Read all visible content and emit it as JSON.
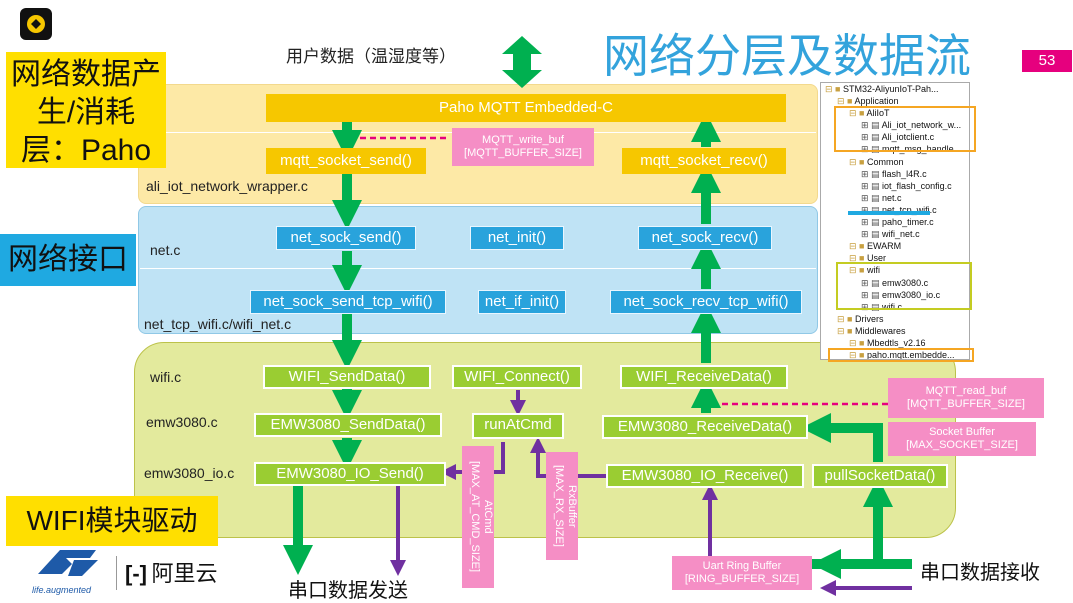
{
  "page_number": "53",
  "title": "网络分层及数据流",
  "top_label": "用户数据（温湿度等）",
  "left_labels": {
    "paho": "网络数据产生/消耗层：Paho",
    "net": "网络接口",
    "wifi": "WIFI模块驱动"
  },
  "file_labels": {
    "ali": "ali_iot_network_wrapper.c",
    "net": "net.c",
    "net_tcp": "net_tcp_wifi.c/wifi_net.c",
    "wifi": "wifi.c",
    "emw": "emw3080.c",
    "emw_io": "emw3080_io.c"
  },
  "boxes": {
    "paho": "Paho MQTT Embedded-C",
    "mqtt_send": "mqtt_socket_send()",
    "mqtt_recv": "mqtt_socket_recv()",
    "net_send": "net_sock_send()",
    "net_init": "net_init()",
    "net_recv": "net_sock_recv()",
    "tcp_send": "net_sock_send_tcp_wifi()",
    "if_init": "net_if_init()",
    "tcp_recv": "net_sock_recv_tcp_wifi()",
    "wifi_send": "WIFI_SendData()",
    "wifi_connect": "WIFI_Connect()",
    "wifi_recv": "WIFI_ReceiveData()",
    "emw_send": "EMW3080_SendData()",
    "runat": "runAtCmd",
    "emw_recv": "EMW3080_ReceiveData()",
    "io_send": "EMW3080_IO_Send()",
    "io_recv": "EMW3080_IO_Receive()",
    "pull": "pullSocketData()"
  },
  "buffers": {
    "mqtt_write": "MQTT_write_buf\n[MQTT_BUFFER_SIZE]",
    "mqtt_read": "MQTT_read_buf\n[MQTT_BUFFER_SIZE]",
    "socket": "Socket Buffer\n[MAX_SOCKET_SIZE]",
    "uart_ring": "Uart Ring Buffer\n[RING_BUFFER_SIZE]",
    "atcmd": "AtCmd\n[MAX_AT_CMD_SIZE]",
    "rxbuffer": "RxBuffer\n[MAX_RX_SIZE]"
  },
  "bottom": {
    "send": "串口数据发送",
    "recv": "串口数据接收"
  },
  "logos": {
    "st": "life.augmented",
    "aliyun": "阿里云"
  },
  "tree": [
    {
      "text": "STM32-AliyunIoT-Pah...",
      "level": 0
    },
    {
      "text": "Application",
      "level": 1
    },
    {
      "text": "AliIoT",
      "level": 2
    },
    {
      "text": "Ali_iot_network_w...",
      "level": 3
    },
    {
      "text": "Ali_iotclient.c",
      "level": 3
    },
    {
      "text": "mqtt_msg_handle...",
      "level": 3
    },
    {
      "text": "Common",
      "level": 2
    },
    {
      "text": "flash_l4R.c",
      "level": 3
    },
    {
      "text": "iot_flash_config.c",
      "level": 3
    },
    {
      "text": "net.c",
      "level": 3
    },
    {
      "text": "net_tcp_wifi.c",
      "level": 3
    },
    {
      "text": "paho_timer.c",
      "level": 3
    },
    {
      "text": "wifi_net.c",
      "level": 3
    },
    {
      "text": "EWARM",
      "level": 2
    },
    {
      "text": "User",
      "level": 2
    },
    {
      "text": "wifi",
      "level": 2
    },
    {
      "text": "emw3080.c",
      "level": 3
    },
    {
      "text": "emw3080_io.c",
      "level": 3
    },
    {
      "text": "wifi.c",
      "level": 3
    },
    {
      "text": "Drivers",
      "level": 1
    },
    {
      "text": "Middlewares",
      "level": 1
    },
    {
      "text": "Mbedtls_v2.16",
      "level": 2
    },
    {
      "text": "paho.mqtt.embedde...",
      "level": 2
    }
  ],
  "colors": {
    "yellow_band": "#fde9a6",
    "blue_band": "#bfe3f5",
    "green_band": "#e3ea9d",
    "arrow_green": "#00b050",
    "arrow_purple": "#7030a0",
    "accent_pink": "#e6007e",
    "title_blue": "#33a3dc"
  }
}
